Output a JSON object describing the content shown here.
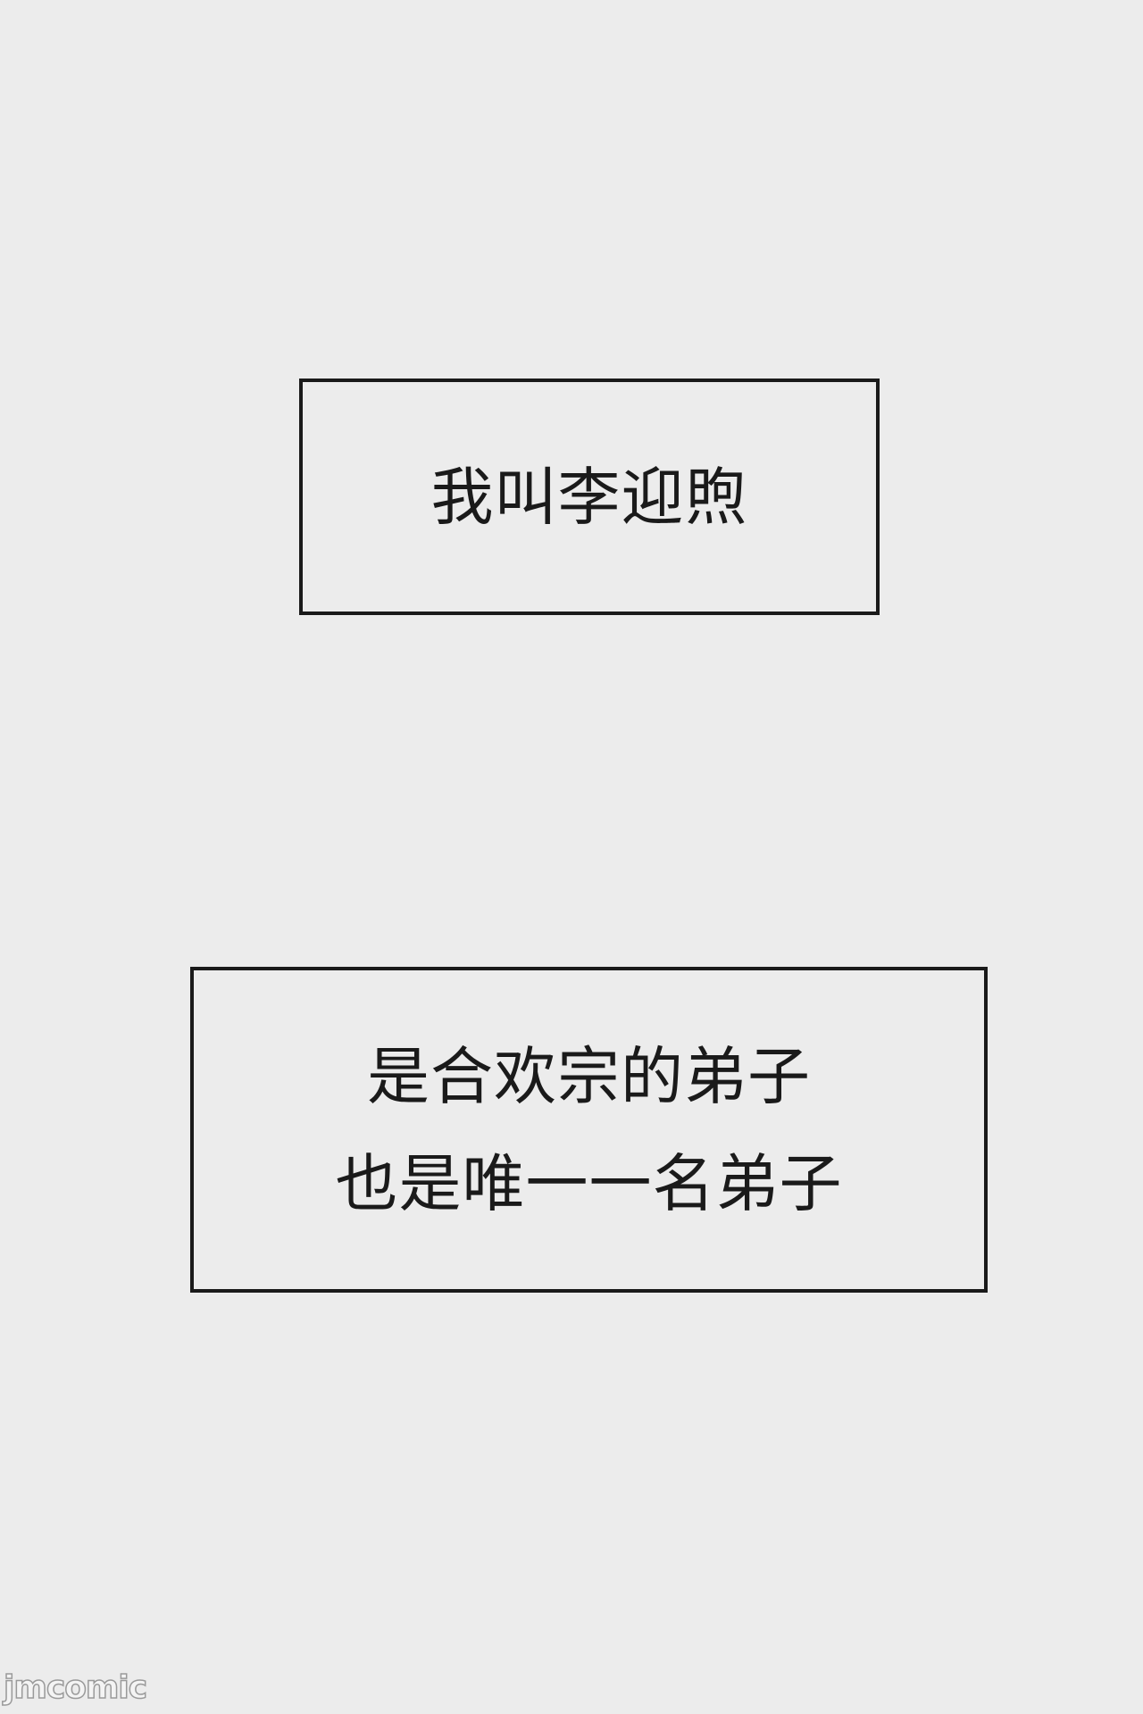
{
  "page": {
    "background": "#ececec",
    "border_color": "#1a1a1a",
    "text_color": "#1a1a1a"
  },
  "captions": [
    {
      "lines": [
        "我叫李迎煦"
      ]
    },
    {
      "lines": [
        "是合欢宗的弟子",
        "也是唯一一名弟子"
      ]
    }
  ],
  "watermark": {
    "text": "jmcomic"
  }
}
